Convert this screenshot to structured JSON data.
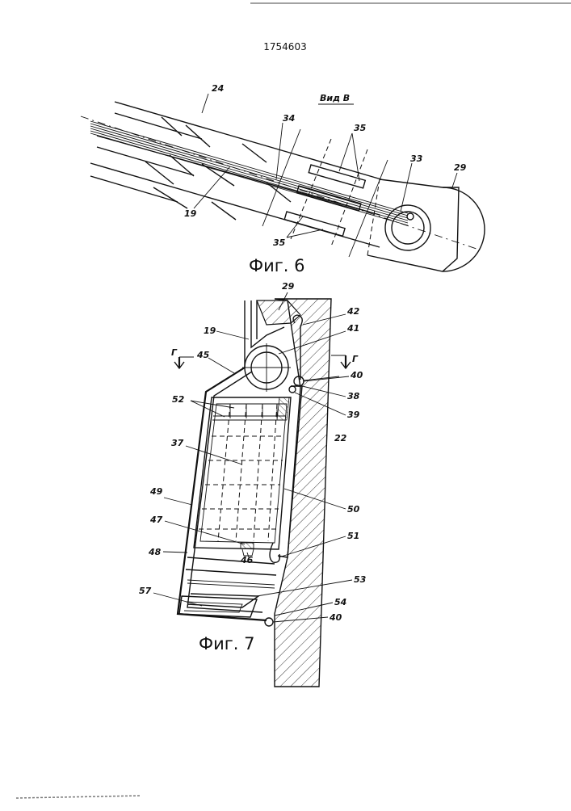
{
  "document": {
    "patent_number": "1754603"
  },
  "figure6": {
    "caption": "Фиг. 6",
    "view_label": "Вид В",
    "labels": {
      "l24": "24",
      "l34": "34",
      "l35a": "35",
      "l33": "33",
      "l29": "29",
      "l19": "19",
      "l35b": "35"
    }
  },
  "figure7": {
    "caption": "Фиг. 7",
    "section_mark_left": "Г",
    "section_mark_right": "Г",
    "labels": {
      "l29": "29",
      "l42": "42",
      "l19": "19",
      "l41": "41",
      "l45": "45",
      "l40a": "40",
      "l38": "38",
      "l52": "52",
      "l39": "39",
      "l22": "22",
      "l37": "37",
      "l49": "49",
      "l50": "50",
      "l47": "47",
      "l51": "51",
      "l48": "48",
      "l46": "46",
      "l53": "53",
      "l57": "57",
      "l54": "54",
      "l40b": "40"
    }
  }
}
